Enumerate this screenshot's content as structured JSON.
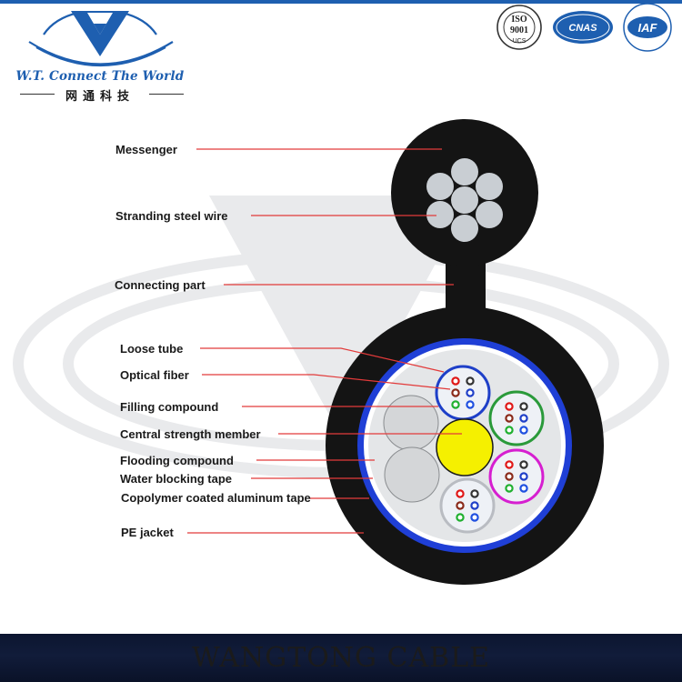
{
  "brand": {
    "tagline": "W.T. Connect The World",
    "name_cn": "网通科技"
  },
  "certifications": [
    {
      "id": "iso",
      "line1": "ISO",
      "line2": "9001",
      "line3": "UCS"
    },
    {
      "id": "cnas",
      "line1": "CNAS"
    },
    {
      "id": "iaf",
      "line1": "IAF"
    }
  ],
  "labels": {
    "messenger": "Messenger",
    "stranding_steel_wire": "Stranding steel wire",
    "connecting_part": "Connecting part",
    "loose_tube": "Loose tube",
    "optical_fiber": "Optical fiber",
    "filling_compound": "Filling compound",
    "central_strength_member": "Central strength member",
    "flooding_compound": "Flooding compound",
    "water_blocking_tape": "Water blocking tape",
    "copolymer_coated_aluminum_tape": "Copolymer coated aluminum tape",
    "pe_jacket": "PE jacket"
  },
  "footer": {
    "title": "WANGTONG   CABLE"
  },
  "colors": {
    "brand_blue": "#1e5fb0",
    "leader_red": "#e23a3a",
    "jacket_black": "#141414",
    "tape_blue": "#1f3fd6",
    "filler_gray": "#d4d6d8",
    "steel_wire": "#c9ced3",
    "strength_member": "#f5f000",
    "footer_bar": "#111c3a",
    "watermark": "#e9eaec"
  },
  "loose_tube_colors": [
    "#1e3fc8",
    "#2a9a3a",
    "#d61fd0",
    "#b9bcc2"
  ],
  "fiber_colors": [
    "#e01818",
    "#333333",
    "#8a2a1a",
    "#2040c8",
    "#20b030",
    "#2050e0"
  ]
}
